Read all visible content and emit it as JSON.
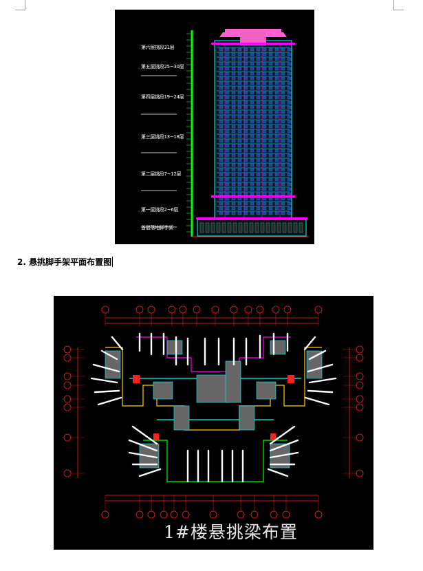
{
  "elevation": {
    "stages": [
      "第六层挑段31层",
      "第五层挑段25~30层",
      "第四层挑段19~24层",
      "第三层挑段13~18层",
      "第二层挑段7~12层",
      "第一层挑段2~6层",
      "首层落地脚手架"
    ]
  },
  "section": {
    "number": "2.",
    "title": "悬挑脚手架平面布置图"
  },
  "plan": {
    "title": "1#楼悬挑梁布置"
  },
  "colors": {
    "background": "#000000",
    "cyan": "#00ffff",
    "magenta": "#ff00ff",
    "green": "#00ff00",
    "red": "#ff2020",
    "yellow": "#ffd000",
    "white": "#ffffff"
  }
}
